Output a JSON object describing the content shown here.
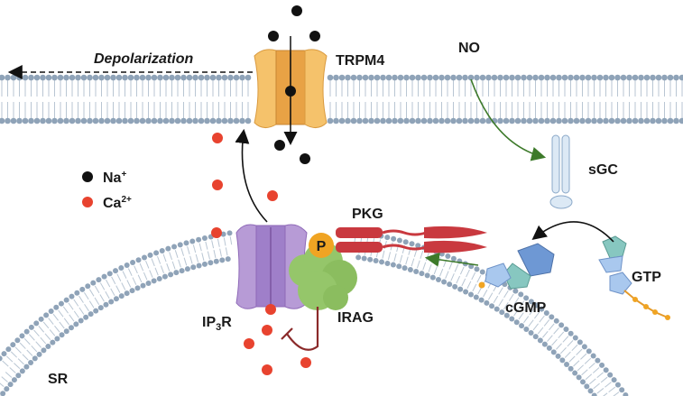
{
  "labels": {
    "depolarization": "Depolarization",
    "trpm4": "TRPM4",
    "no": "NO",
    "sgc": "sGC",
    "pkg": "PKG",
    "phospho": "P",
    "gtp": "GTP",
    "cgmp": "cGMP",
    "irag": "IRAG",
    "ip3r_base": "IP",
    "ip3r_sub": "3",
    "ip3r_tail": "R",
    "sr": "SR"
  },
  "legend": [
    {
      "symbol": "Na",
      "charge": "+",
      "color": "#111111"
    },
    {
      "symbol": "Ca",
      "charge": "2+",
      "color": "#e8432f"
    }
  ],
  "colors": {
    "membrane_head": "#8fa3b8",
    "trpm4_outer": "#f5c26b",
    "trpm4_inner": "#e8a245",
    "ip3r": "#b79bd6",
    "ip3r_dark": "#8f6ab8",
    "irag": "#95c66a",
    "pkg": "#c9393f",
    "phospho": "#f0a423",
    "green_arrow": "#3d7a2a",
    "inhibit": "#8b2a2a",
    "sodium": "#111111",
    "calcium": "#e8432f"
  }
}
